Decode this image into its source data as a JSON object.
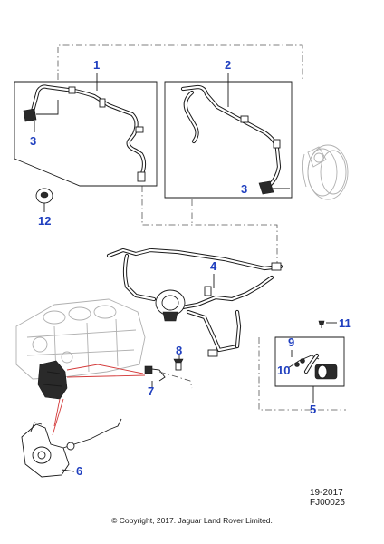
{
  "callouts": {
    "c1": "1",
    "c2": "2",
    "c3a": "3",
    "c3b": "3",
    "c4": "4",
    "c5": "5",
    "c6": "6",
    "c7": "7",
    "c8": "8",
    "c9": "9",
    "c10": "10",
    "c11": "11",
    "c12": "12"
  },
  "icons": {
    "engine_block": "engine-block-icon",
    "brake_booster": "brake-booster-icon",
    "vacuum_pump": "vacuum-pump-icon"
  },
  "colors": {
    "callout": "#1f3fbf",
    "leader_red": "#d43c3c"
  },
  "footer": {
    "ref_year": "19-2017",
    "ref_code": "FJ00025",
    "copyright": "© Copyright, 2017. Jaguar Land Rover Limited."
  }
}
